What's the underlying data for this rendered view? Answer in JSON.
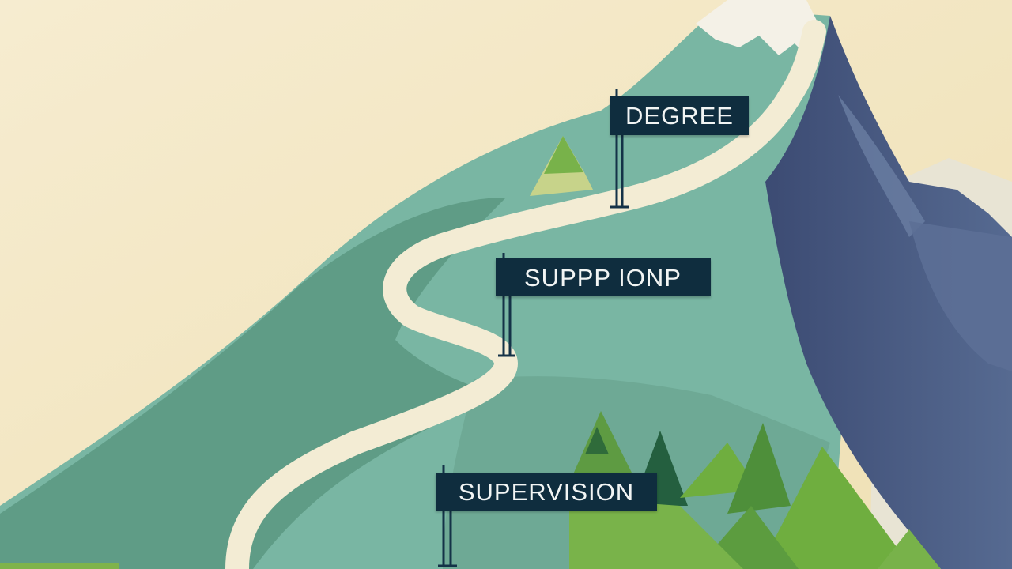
{
  "scene": {
    "description_colors": {
      "sky": "#f3e8c6",
      "mountain_light": "#76b3a0",
      "mountain_mid": "#5e9b85",
      "cliff": "#46577d",
      "snow": "#f3f1e6",
      "path": "#f3ecd4",
      "tree_green": "#6fae3f",
      "sign_bg": "#0f2d3e"
    },
    "signs": {
      "top": "DEGREE",
      "middle": "SUPPP IONP",
      "bottom": "SUPERVISION"
    }
  }
}
